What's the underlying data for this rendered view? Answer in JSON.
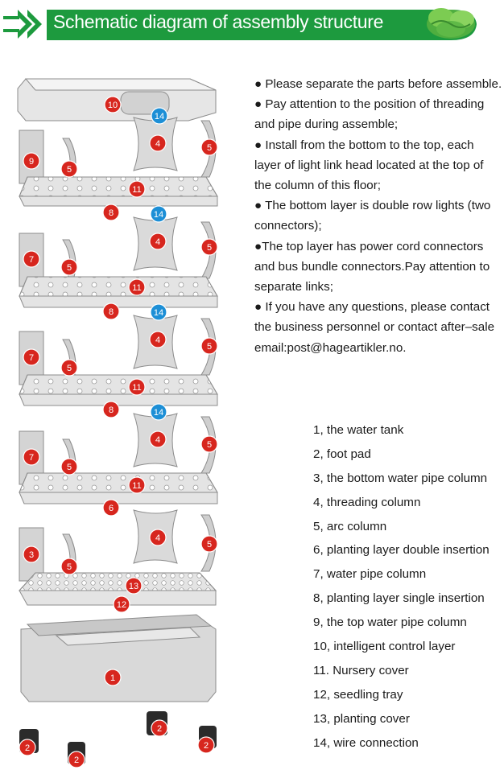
{
  "header": {
    "title": "Schematic diagram of assembly structure",
    "accent_color": "#1d9a3e",
    "arrow_icon": "double-arrow-icon",
    "lettuce_icon": "lettuce-icon"
  },
  "notes": [
    "● Please separate the parts before assemble.",
    "● Pay attention to the position of threading and pipe during assemble;",
    "● Install from the bottom to the top, each layer of light link head located at the top of the column of this floor;",
    "● The bottom layer is double row lights (two connectors);",
    "●The top layer has power cord connectors and bus bundle connectors.Pay attention to separate links;",
    "● If you have any questions, please contact the business personnel or contact after–sale email:post@hageartikler.no."
  ],
  "legend": [
    "1, the water tank",
    "2, foot pad",
    "3, the bottom water pipe column",
    "4, threading column",
    "5, arc column",
    "6, planting layer double insertion",
    "7, water pipe column",
    "8, planting layer single insertion",
    "9, the top water pipe column",
    "10, intelligent control layer",
    "11. Nursery cover",
    "12, seedling tray",
    "13, planting cover",
    "14, wire connection"
  ],
  "badges": {
    "red_color": "#d7261e",
    "blue_color": "#1d8fd6",
    "labels": [
      "10",
      "14",
      "4",
      "9",
      "5",
      "5",
      "11",
      "8",
      "14",
      "4",
      "7",
      "5",
      "5",
      "11",
      "8",
      "14",
      "4",
      "7",
      "5",
      "5",
      "11",
      "8",
      "14",
      "4",
      "7",
      "5",
      "5",
      "11",
      "6",
      "4",
      "3",
      "5",
      "5",
      "13",
      "12",
      "1",
      "2",
      "2",
      "2",
      "2"
    ]
  }
}
